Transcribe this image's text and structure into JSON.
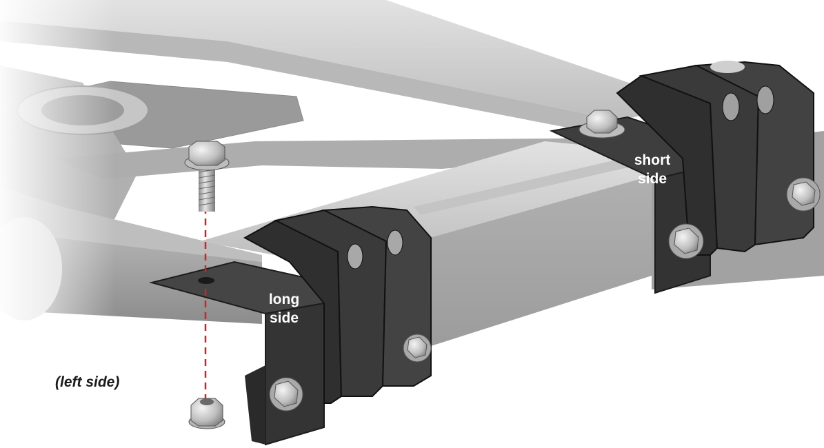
{
  "labels": {
    "long_side_line1": "long",
    "long_side_line2": "side",
    "short_side_line1": "short",
    "short_side_line2": "side",
    "left_side": "(left side)"
  },
  "colors": {
    "frame_light": "#d2d2d2",
    "frame_mid": "#a8a8a8",
    "frame_dark": "#7c7c7c",
    "bracket": "#3c3c3c",
    "bracket_edge": "#1a1a1a",
    "dash_line": "#d42020",
    "hardware": "#c9c9c9"
  },
  "icons": [
    "hex-bolt-icon",
    "flange-nut-icon",
    "bracket-bolt-icon"
  ]
}
